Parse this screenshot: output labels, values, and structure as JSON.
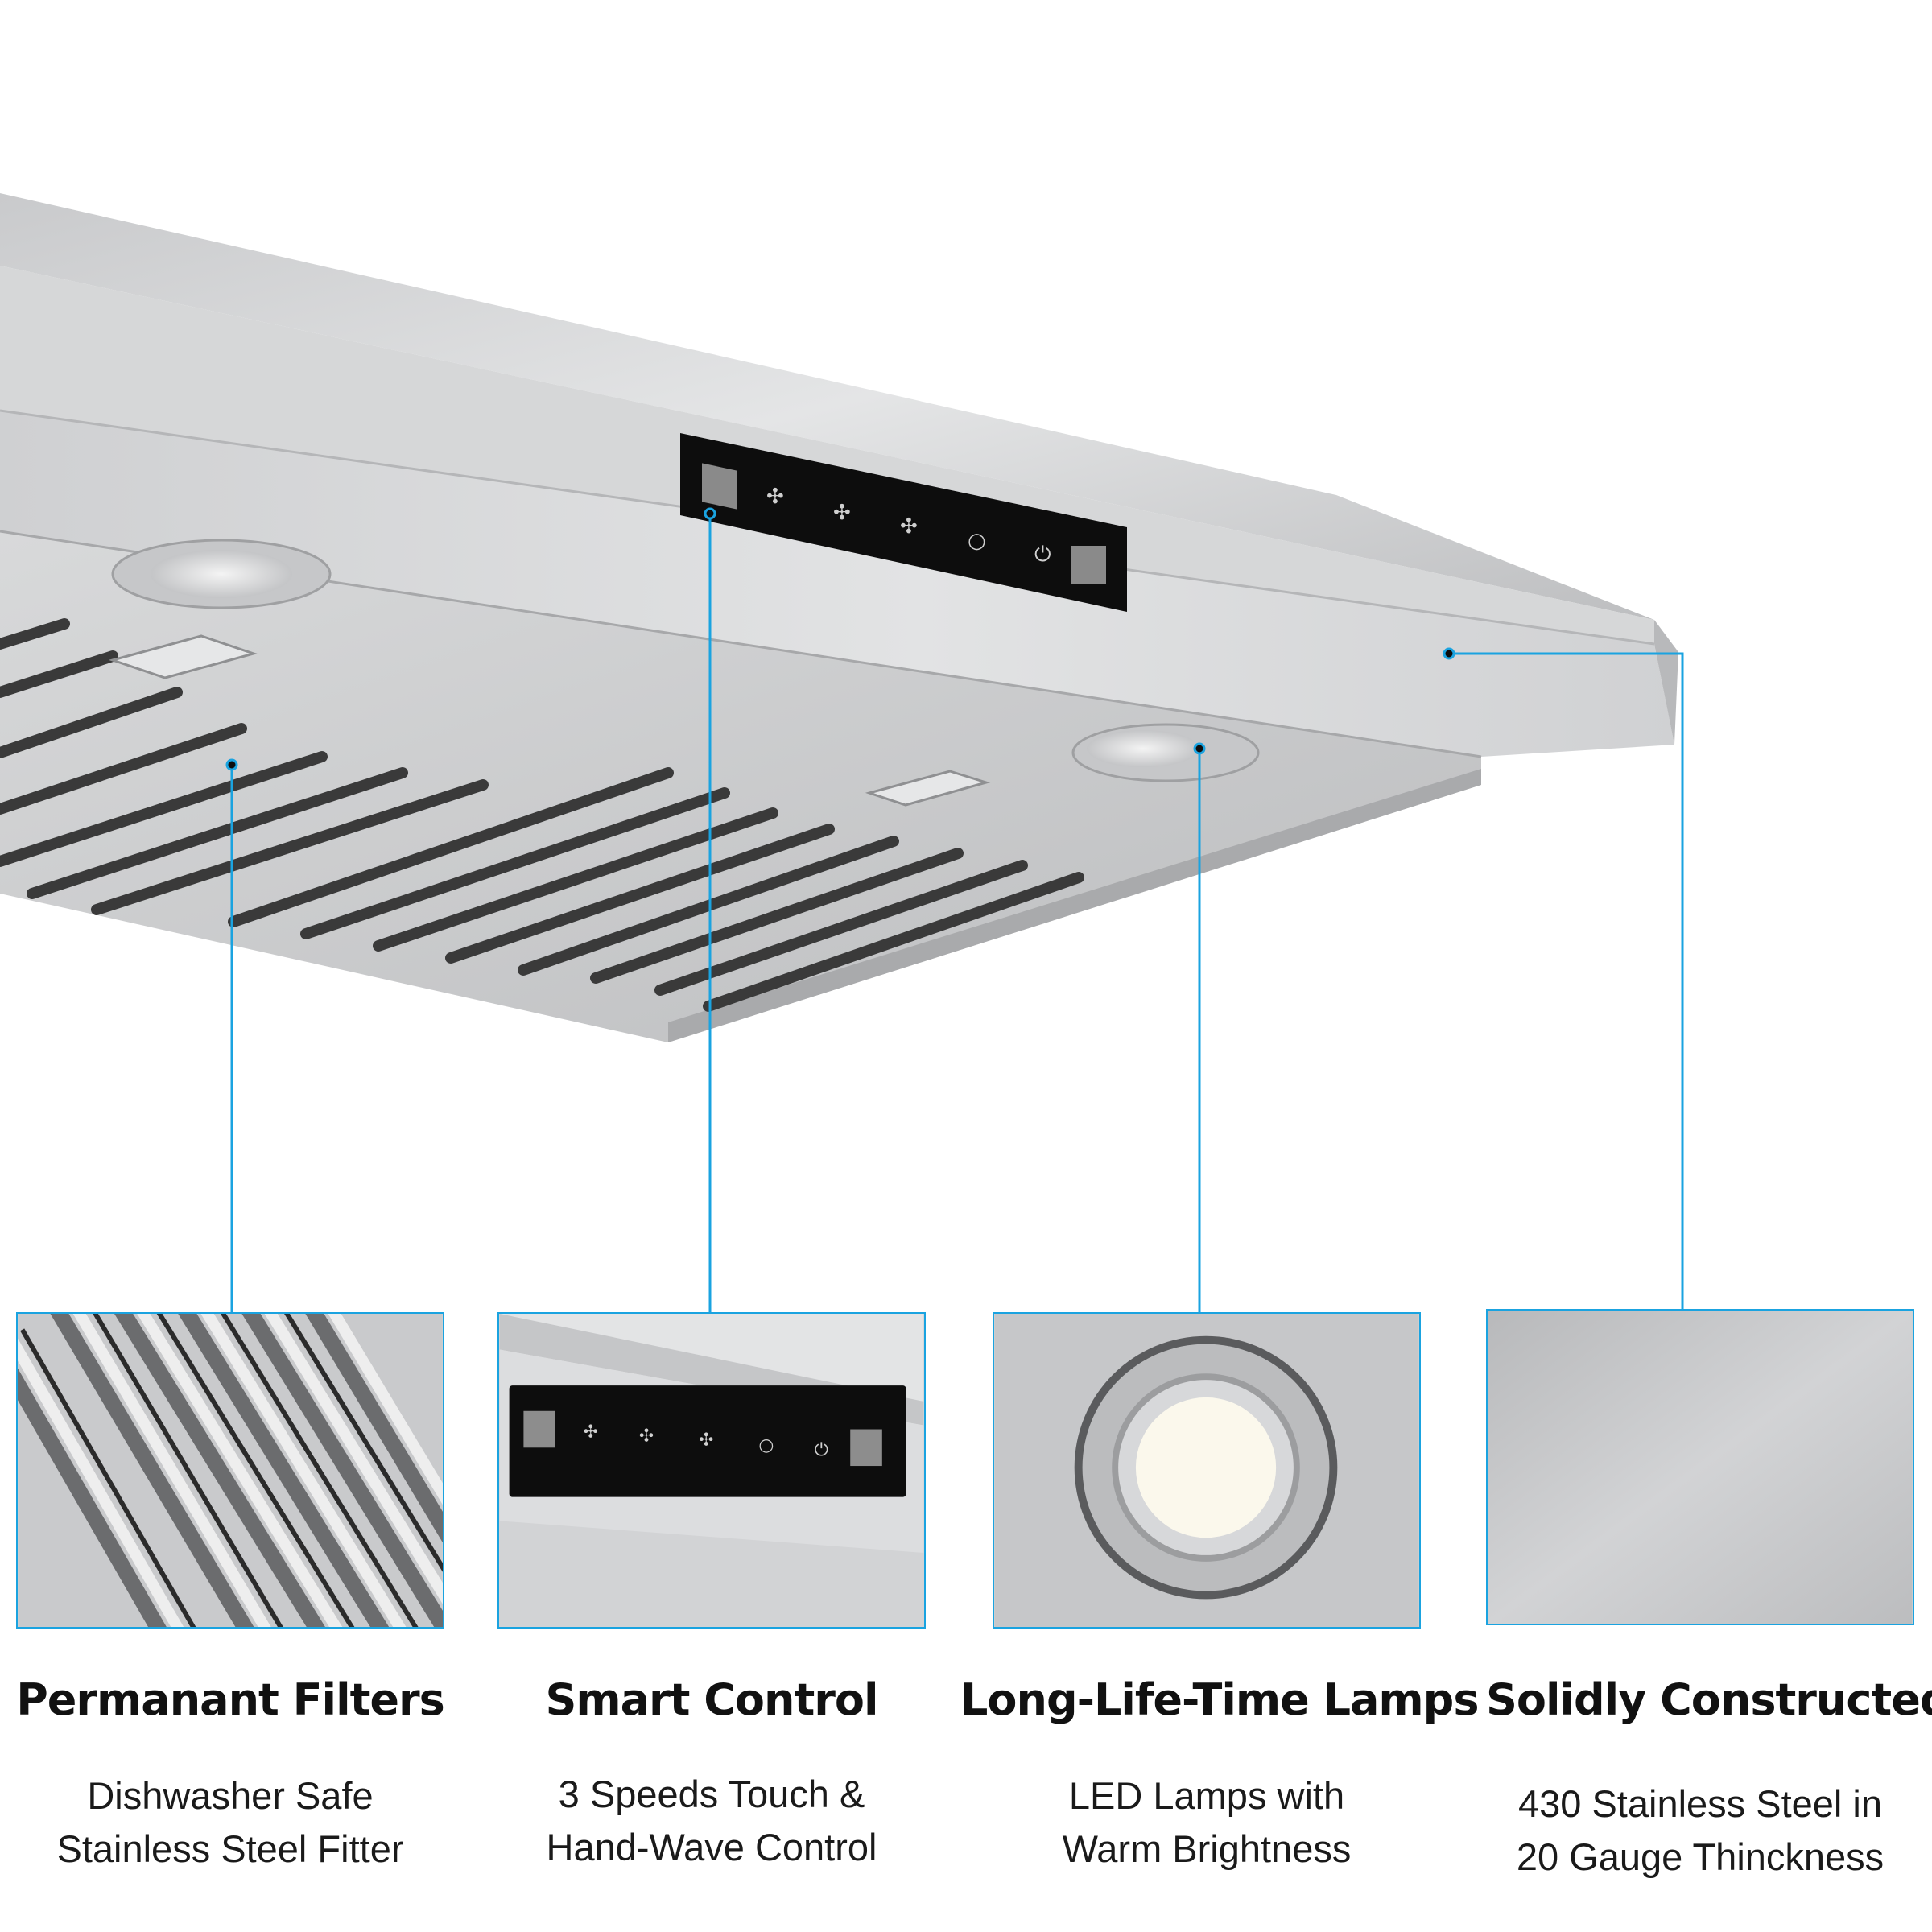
{
  "accent_color": "#1aa3e0",
  "control_panel_icons": [
    "button-square-icon",
    "fan-low-icon",
    "fan-medium-icon",
    "fan-high-icon",
    "light-bulb-icon",
    "power-icon",
    "button-square-icon"
  ],
  "features": [
    {
      "title": "Permanant Filters",
      "line1": "Dishwasher Safe",
      "line2": "Stainless Steel Fitter"
    },
    {
      "title": "Smart  Control",
      "line1": "3 Speeds Touch &",
      "line2": "Hand-Wave Control"
    },
    {
      "title": "Long-Life-Time Lamps",
      "line1": "LED Lamps with",
      "line2": "Warm Brightness"
    },
    {
      "title": "Solidly Constructed",
      "line1": "430 Stainless Steel in",
      "line2": "20 Gauge Thinckness"
    }
  ]
}
